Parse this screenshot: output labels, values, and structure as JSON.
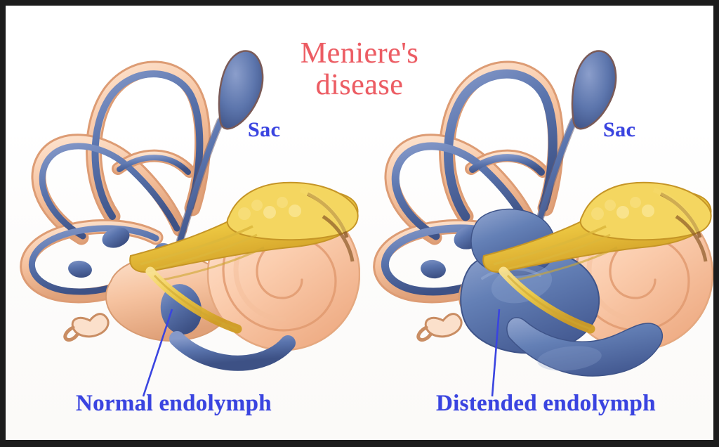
{
  "frame": {
    "border_color": "#1c1c1c",
    "background_color": "#ffffff"
  },
  "title": {
    "text": "Meniere's\ndisease",
    "color": "#ec5c63"
  },
  "palette": {
    "endolymph_blue": "#5a74ad",
    "endolymph_blue_dark": "#41558a",
    "endolymph_blue_light": "#7f96c6",
    "bone_peach": "#f6c3a0",
    "bone_peach_light": "#fbdcc4",
    "bone_peach_dark": "#dd9c74",
    "cochlea_peach": "#fac9a8",
    "nerve_yellow": "#f2cf4a",
    "nerve_yellow_dark": "#d8a62c",
    "nerve_yellow_light": "#f8e08a",
    "label_blue": "#3a44e0",
    "title_red": "#ec5c63",
    "outline_brown": "#a96a47"
  },
  "panels": [
    {
      "id": "normal-ear",
      "side": "left",
      "sac_label": "Sac",
      "endolymph_label": "Normal endolymph",
      "state": "normal",
      "structures": [
        "superior-semicircular-canal",
        "posterior-semicircular-canal",
        "lateral-semicircular-canal",
        "endolymphatic-duct",
        "endolymphatic-sac",
        "utricle",
        "saccule",
        "vestibule",
        "cochlea",
        "cochlear-duct",
        "vestibulocochlear-nerve",
        "oval-window"
      ]
    },
    {
      "id": "meniere-ear",
      "side": "right",
      "sac_label": "Sac",
      "endolymph_label": "Distended endolymph",
      "state": "distended",
      "structures": [
        "superior-semicircular-canal",
        "posterior-semicircular-canal",
        "lateral-semicircular-canal",
        "endolymphatic-duct",
        "endolymphatic-sac",
        "utricle",
        "saccule",
        "distended-vestibule",
        "cochlea",
        "distended-cochlear-duct",
        "vestibulocochlear-nerve",
        "oval-window"
      ]
    }
  ]
}
